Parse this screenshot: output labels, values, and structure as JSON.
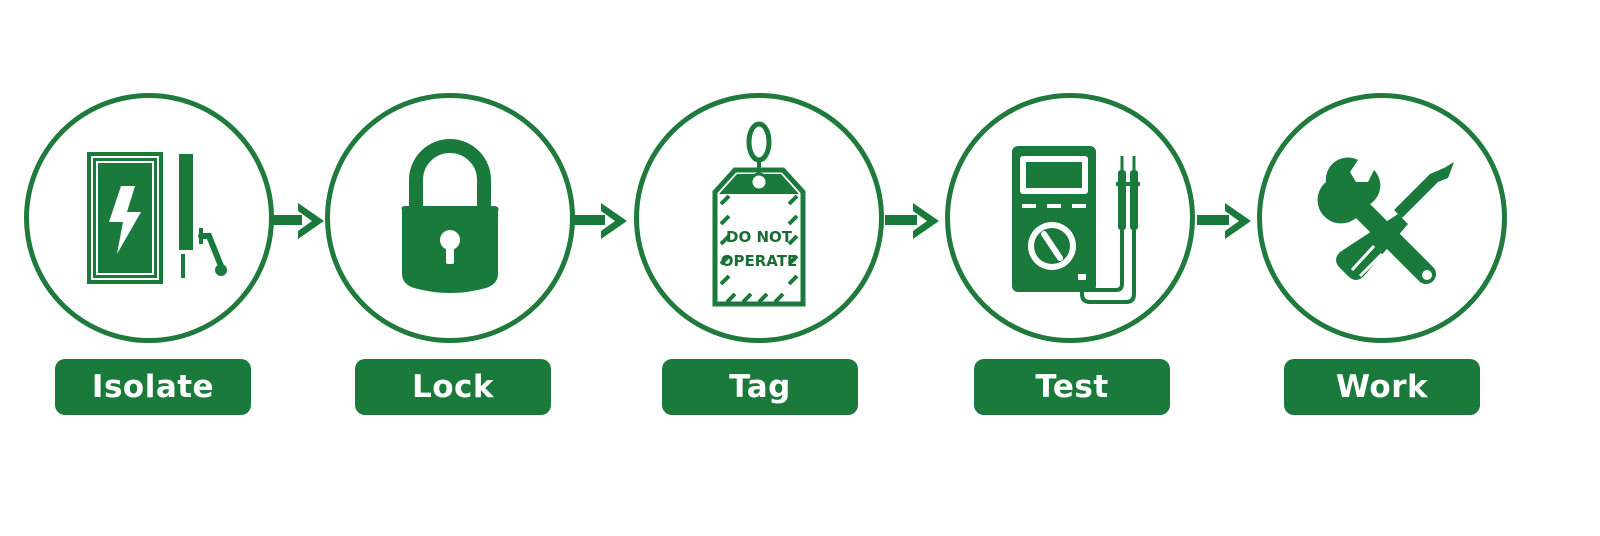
{
  "colors": {
    "accent": "#1a7a3b",
    "accent_dark": "#1a6b36",
    "background": "#ffffff",
    "label_text": "#ffffff"
  },
  "steps": [
    {
      "label": "Isolate",
      "icon": "isolator-switch-icon"
    },
    {
      "label": "Lock",
      "icon": "padlock-icon"
    },
    {
      "label": "Tag",
      "icon": "warning-tag-icon",
      "tag_lines": [
        "DO NOT",
        "OPERATE"
      ]
    },
    {
      "label": "Test",
      "icon": "multimeter-icon"
    },
    {
      "label": "Work",
      "icon": "wrench-screwdriver-icon"
    }
  ],
  "connectors": [
    "arrow-right-icon",
    "arrow-right-icon",
    "arrow-right-icon",
    "arrow-right-icon"
  ]
}
